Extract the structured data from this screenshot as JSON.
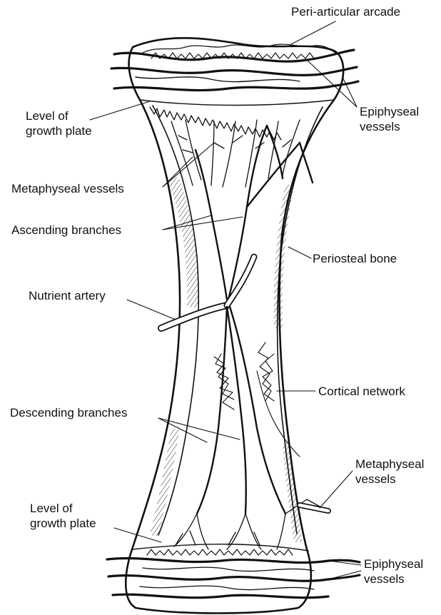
{
  "labels": {
    "peri_articular_arcade": "Peri-articular arcade",
    "epiphyseal_vessels_top": "Epiphyseal\nvessels",
    "level_growth_plate_top": "Level of\ngrowth plate",
    "metaphyseal_vessels_top": "Metaphyseal vessels",
    "ascending_branches": "Ascending branches",
    "periosteal_bone": "Periosteal bone",
    "nutrient_artery": "Nutrient artery",
    "cortical_network": "Cortical network",
    "descending_branches": "Descending branches",
    "metaphyseal_vessels_bottom": "Metaphyseal\nvessels",
    "level_growth_plate_bottom": "Level of\ngrowth plate",
    "epiphyseal_vessels_bottom": "Epiphyseal\nvessels"
  },
  "icons": {
    "diagram": "long-bone-vascular-supply-illustration"
  },
  "colors": {
    "ink": "#111111",
    "background": "#ffffff"
  }
}
